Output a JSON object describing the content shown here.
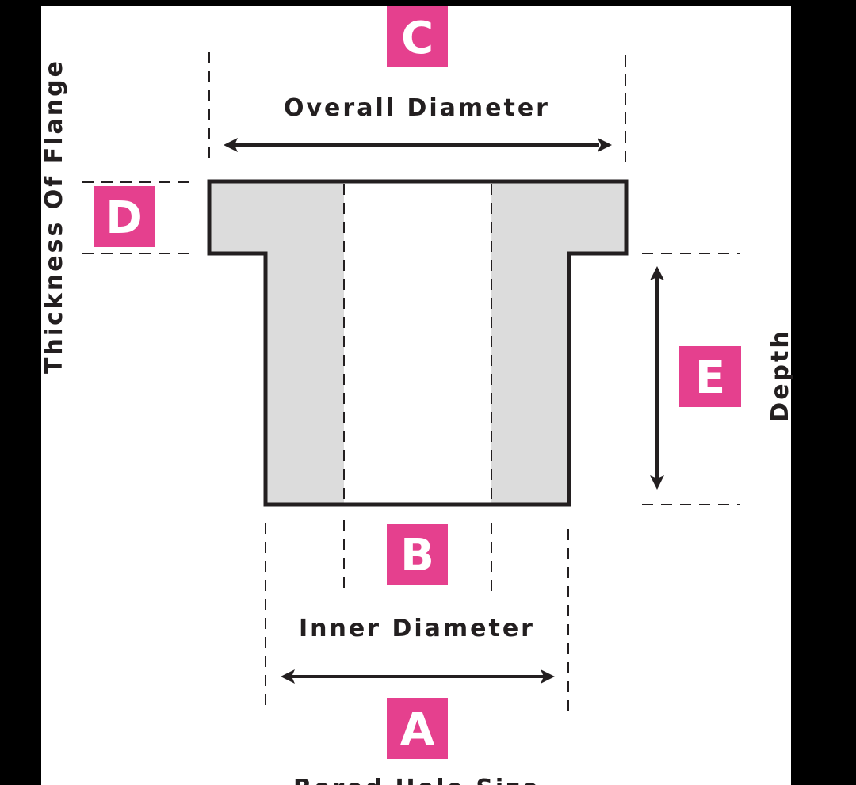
{
  "labels": {
    "overall_diameter": "Overall Diameter",
    "inner_diameter": "Inner Diameter",
    "thickness_of_flange": "Thickness Of Flange",
    "depth": "Depth",
    "bored_hole_size": "Bored Hole Size"
  },
  "badges": {
    "a": "A",
    "b": "B",
    "c": "C",
    "d": "D",
    "e": "E"
  },
  "colors": {
    "background": "#000000",
    "panel": "#ffffff",
    "badge": "#e5408e",
    "part_fill": "#dcdcdc",
    "outline": "#231f20"
  }
}
